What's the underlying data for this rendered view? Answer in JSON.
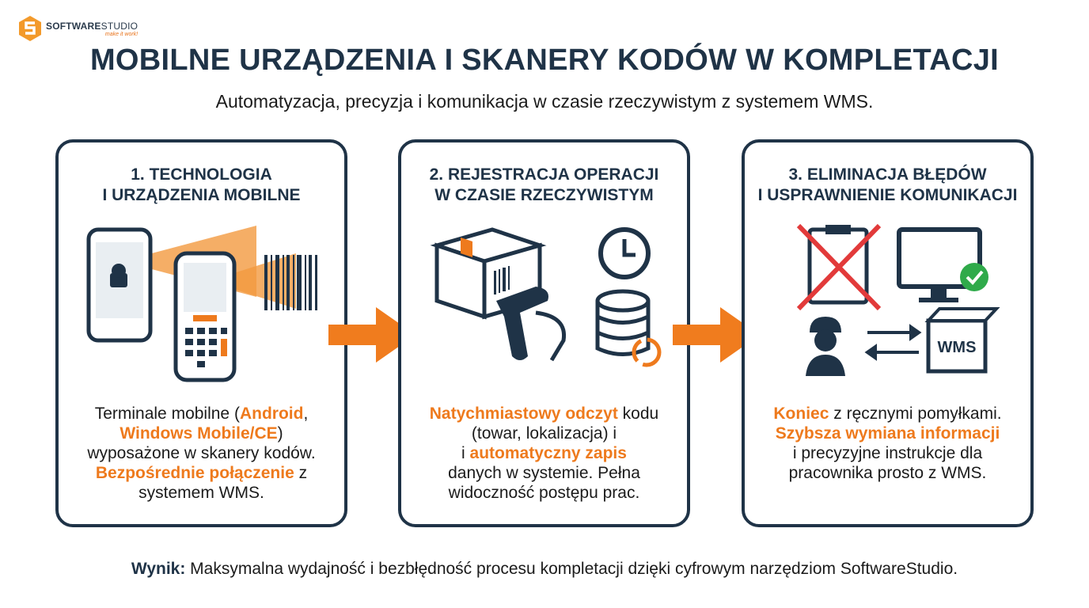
{
  "logo": {
    "name_bold": "SOFTWARE",
    "name_rest": "STUDIO",
    "tagline": "make it work!"
  },
  "title": "MOBILNE URZĄDZENIA I SKANERY KODÓW W KOMPLETACJI",
  "subtitle": "Automatyzacja, precyzja i komunikacja w czasie rzeczywistym z systemem WMS.",
  "colors": {
    "navy": "#1f3347",
    "orange": "#ee7a1d"
  },
  "cards": [
    {
      "title_lines": [
        "1. TECHNOLOGIA",
        "I URZĄDZENIA MOBILNE"
      ],
      "icons": [
        "smartphone-android-icon",
        "handheld-scanner-terminal-icon",
        "barcode-icon"
      ],
      "body": [
        [
          {
            "t": "Terminale mobilne (",
            "hl": false
          },
          {
            "t": "Android",
            "hl": true
          },
          {
            "t": ",",
            "hl": false
          }
        ],
        [
          {
            "t": "Windows Mobile/CE",
            "hl": true
          },
          {
            "t": ")",
            "hl": false
          }
        ],
        [
          {
            "t": "wyposażone w skanery kodów.",
            "hl": false
          }
        ],
        [
          {
            "t": "Bezpośrednie połączenie",
            "hl": true
          },
          {
            "t": " z",
            "hl": false
          }
        ],
        [
          {
            "t": "systemem WMS.",
            "hl": false
          }
        ]
      ]
    },
    {
      "title_lines": [
        "2. REJESTRACJA OPERACJI",
        "W CZASIE RZECZYWISTYM"
      ],
      "icons": [
        "package-scan-icon",
        "clock-icon",
        "database-sync-icon"
      ],
      "body": [
        [
          {
            "t": "Natychmiastowy odczyt",
            "hl": true
          },
          {
            "t": " kodu",
            "hl": false
          }
        ],
        [
          {
            "t": "(towar, lokalizacja) i",
            "hl": false
          }
        ],
        [
          {
            "t": "i ",
            "hl": false
          },
          {
            "t": "automatyczny zapis",
            "hl": true
          }
        ],
        [
          {
            "t": "danych w systemie. Pełna",
            "hl": false
          }
        ],
        [
          {
            "t": "widoczność postępu prac.",
            "hl": false
          }
        ]
      ]
    },
    {
      "title_lines": [
        "3. ELIMINACJA BŁĘDÓW",
        "I USPRAWNIENIE KOMUNIKACJI"
      ],
      "icons": [
        "crossed-clipboard-icon",
        "monitor-check-icon",
        "worker-icon",
        "exchange-arrows-icon"
      ],
      "wms_label": "WMS",
      "body": [
        [
          {
            "t": "Koniec",
            "hl": true
          },
          {
            "t": " z ręcznymi pomyłkami.",
            "hl": false
          }
        ],
        [
          {
            "t": "Szybsza wymiana informacji",
            "hl": true
          }
        ],
        [
          {
            "t": "i precyzyjne instrukcje dla",
            "hl": false
          }
        ],
        [
          {
            "t": "pracownika prosto z WMS.",
            "hl": false
          }
        ]
      ]
    }
  ],
  "result": {
    "label": "Wynik:",
    "text": " Maksymalna wydajność i bezbłędność procesu kompletacji dzięki cyfrowym narzędziom SoftwareStudio."
  }
}
